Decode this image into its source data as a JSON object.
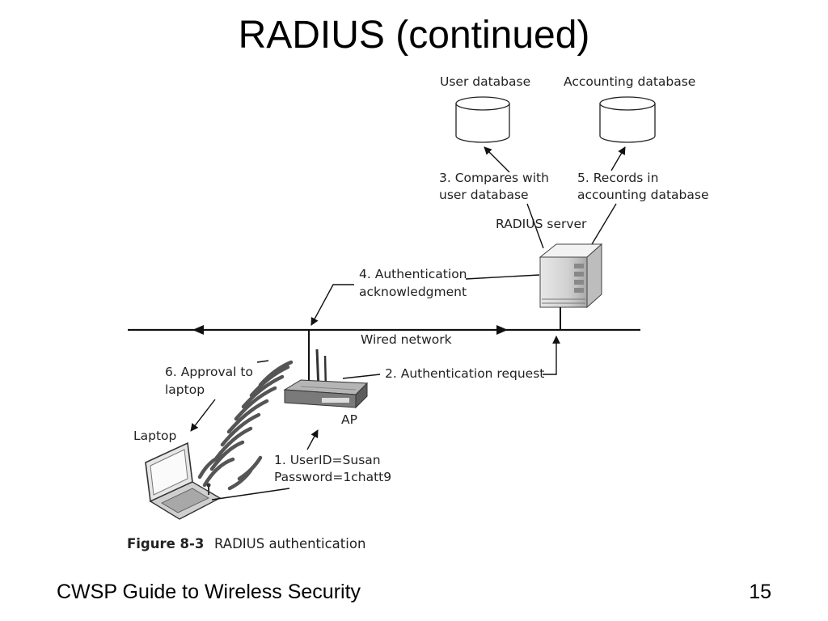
{
  "slide": {
    "title": "RADIUS (continued)",
    "footer": "CWSP Guide to Wireless Security",
    "page_number": "15"
  },
  "diagram": {
    "databases": {
      "user": "User database",
      "accounting": "Accounting database"
    },
    "server_label": "RADIUS server",
    "ap_label": "AP",
    "laptop_label": "Laptop",
    "network_label": "Wired network",
    "steps": {
      "step1": [
        "1. UserID=Susan",
        "Password=1chatt9"
      ],
      "step2": [
        "2. Authentication request"
      ],
      "step3": [
        "3. Compares with",
        "user database"
      ],
      "step4": [
        "4. Authentication",
        "acknowledgment"
      ],
      "step5": [
        "5. Records in",
        "accounting database"
      ],
      "step6": [
        "6. Approval to",
        "laptop"
      ]
    },
    "figure": {
      "number": "Figure 8-3",
      "caption": "RADIUS authentication"
    }
  }
}
